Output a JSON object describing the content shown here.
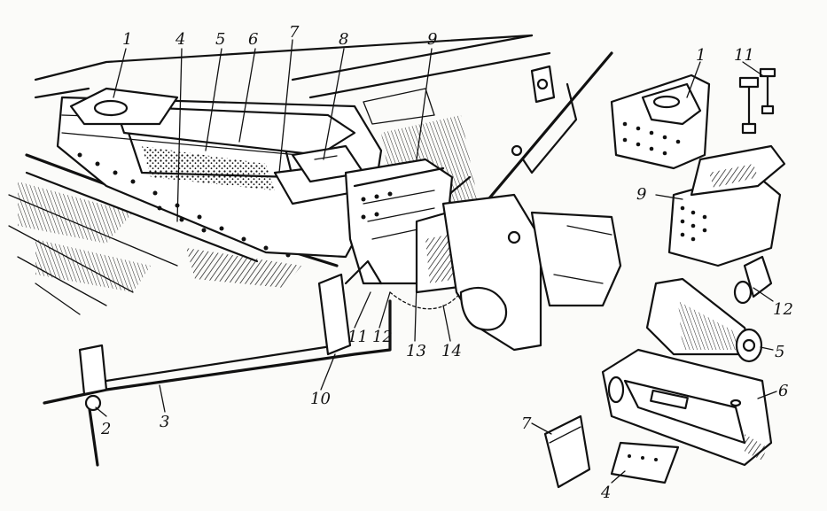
{
  "callouts": [
    {
      "id": "1",
      "text": "1"
    },
    {
      "id": "4",
      "text": "4"
    },
    {
      "id": "5",
      "text": "5"
    },
    {
      "id": "6",
      "text": "6"
    },
    {
      "id": "7",
      "text": "7"
    },
    {
      "id": "8",
      "text": "8"
    },
    {
      "id": "9",
      "text": "9"
    },
    {
      "id": "r1",
      "text": "1"
    },
    {
      "id": "r11",
      "text": "11"
    },
    {
      "id": "r9",
      "text": "9"
    },
    {
      "id": "r12",
      "text": "12"
    },
    {
      "id": "r5",
      "text": "5"
    },
    {
      "id": "r6",
      "text": "6"
    },
    {
      "id": "r7",
      "text": "7"
    },
    {
      "id": "r4",
      "text": "4"
    },
    {
      "id": "11",
      "text": "11"
    },
    {
      "id": "12",
      "text": "12"
    },
    {
      "id": "13",
      "text": "13"
    },
    {
      "id": "14",
      "text": "14"
    },
    {
      "id": "10",
      "text": "10"
    },
    {
      "id": "2",
      "text": "2"
    },
    {
      "id": "3",
      "text": "3"
    }
  ]
}
